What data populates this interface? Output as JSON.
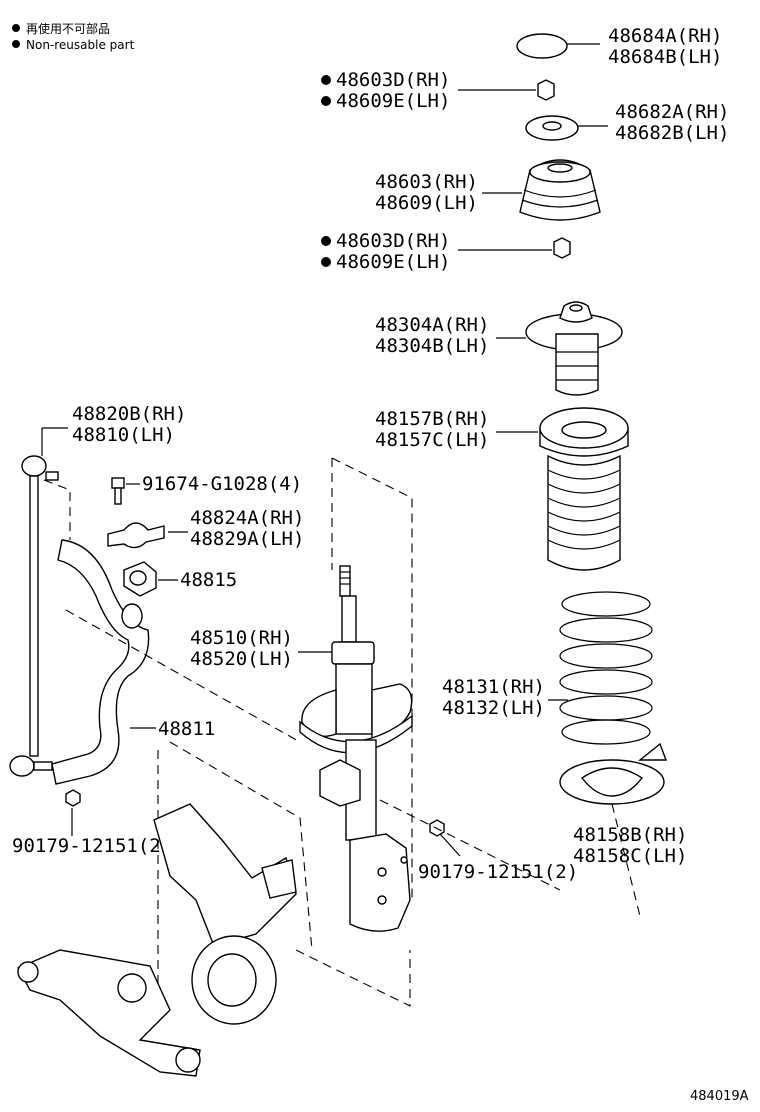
{
  "legend": {
    "line1": "再使用不可部品",
    "line2": "Non-reusable part"
  },
  "labels": {
    "l48684a": "48684A(RH)",
    "l48684b": "48684B(LH)",
    "l48603d_1": "48603D(RH)",
    "l48609e_1": "48609E(LH)",
    "l48682a": "48682A(RH)",
    "l48682b": "48682B(LH)",
    "l48603": "48603(RH)",
    "l48609": "48609(LH)",
    "l48603d_2": "48603D(RH)",
    "l48609e_2": "48609E(LH)",
    "l48304a": "48304A(RH)",
    "l48304b": "48304B(LH)",
    "l48157b": "48157B(RH)",
    "l48157c": "48157C(LH)",
    "l48820b": "48820B(RH)",
    "l48810": "48810(LH)",
    "l91674": "91674-G1028(4)",
    "l48824a": "48824A(RH)",
    "l48829a": "48829A(LH)",
    "l48815": "48815",
    "l48510": "48510(RH)",
    "l48520": "48520(LH)",
    "l48131": "48131(RH)",
    "l48132": "48132(LH)",
    "l48811": "48811",
    "l48158b": "48158B(RH)",
    "l48158c": "48158C(LH)",
    "l90179_left": "90179-12151(2)",
    "l90179_right": "90179-12151(2)"
  },
  "figure_id": "484019A"
}
